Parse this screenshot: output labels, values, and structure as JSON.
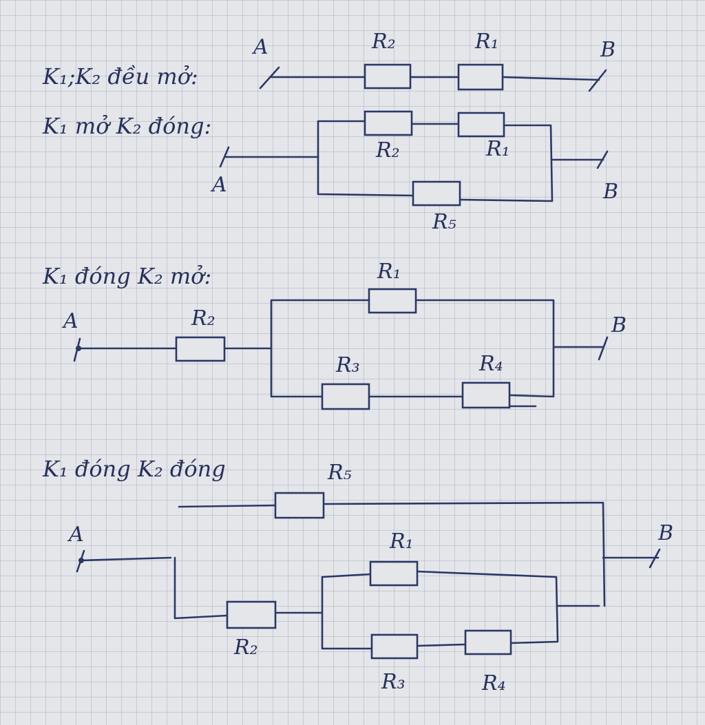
{
  "circuits": [
    {
      "title": "K₁;K₂ đều mở:",
      "node_a": "A",
      "node_b": "B",
      "resistors": [
        "R₂",
        "R₁"
      ]
    },
    {
      "title": "K₁ mở K₂ đóng:",
      "node_a": "A",
      "node_b": "B",
      "resistors": [
        "R₂",
        "R₁",
        "R₅"
      ]
    },
    {
      "title": "K₁ đóng K₂ mở:",
      "node_a": "A",
      "node_b": "B",
      "resistors": [
        "R₂",
        "R₁",
        "R₃",
        "R₄"
      ]
    },
    {
      "title": "K₁ đóng K₂ đóng",
      "node_a": "A",
      "node_b": "B",
      "resistors": [
        "R₅",
        "R₁",
        "R₂",
        "R₃",
        "R₄"
      ]
    }
  ],
  "colors": {
    "ink": "#2c3766",
    "paper": "#e4e6ea",
    "grid": "#8a93a6"
  }
}
